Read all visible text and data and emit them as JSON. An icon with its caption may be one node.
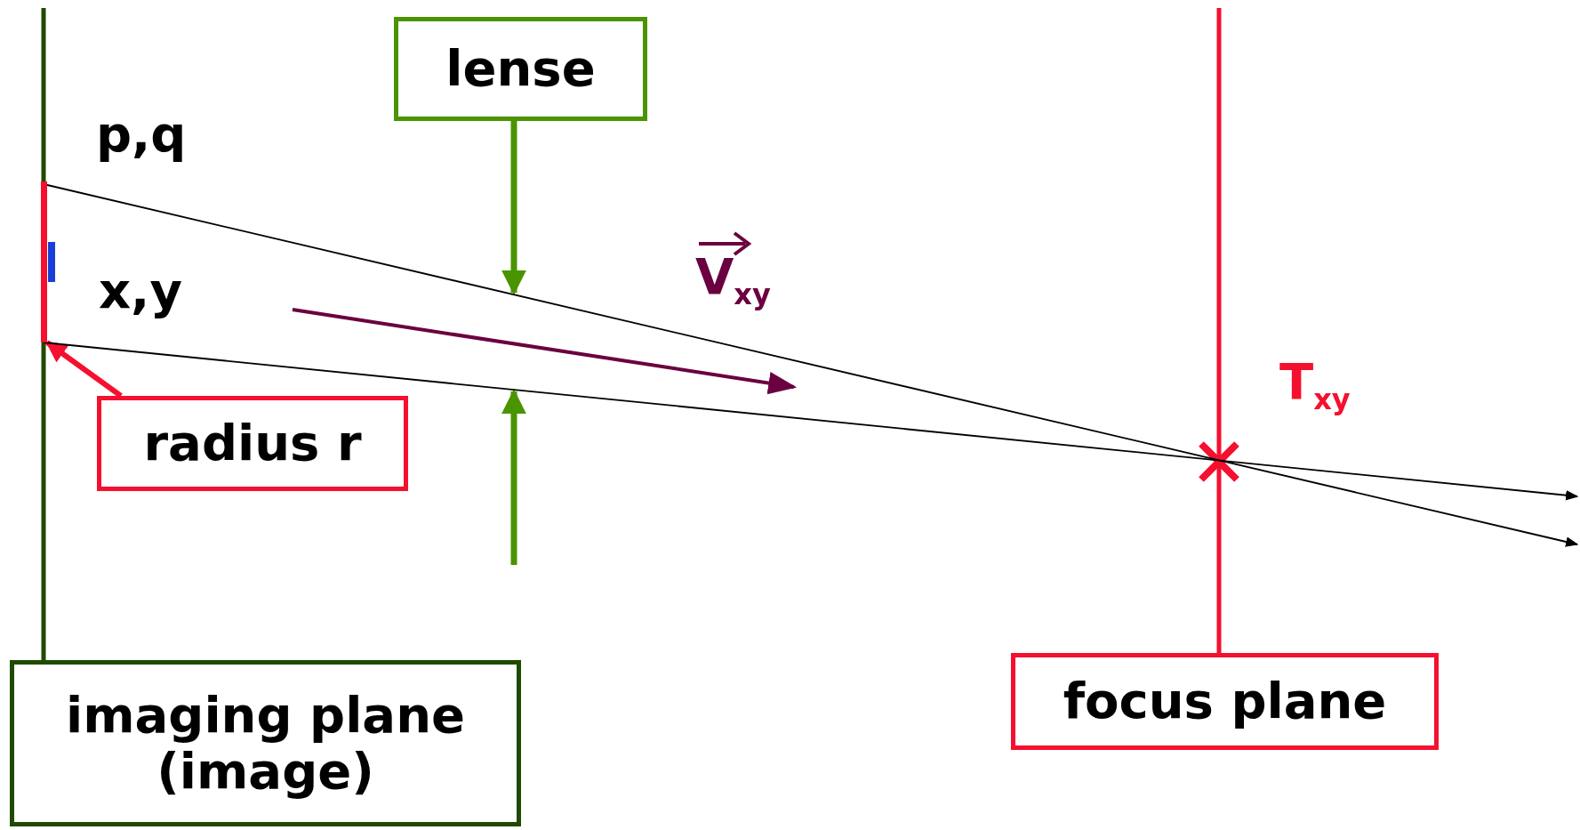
{
  "diagram": {
    "nodes": [
      {
        "text": [
          "lense"
        ]
      },
      {
        "text": [],
        "shape": "bar"
      },
      {
        "text": [
          "radius r"
        ]
      },
      {
        "text": [
          "focus plane"
        ]
      },
      {
        "text": [
          "imaging plane (image)"
        ]
      }
    ],
    "edges": [
      {
        "from": 0,
        "to": null,
        "arrow": "to",
        "style": "thick",
        "color": "#4a9400"
      },
      {
        "from": 2,
        "to": 1,
        "arrow": "to",
        "style": "thick",
        "color": "#f5102f"
      },
      {
        "from": 1,
        "to": null,
        "arrow": "to"
      },
      {
        "from": 1,
        "to": null,
        "arrow": "to"
      }
    ],
    "labels": [
      "p,q",
      "x,y",
      "V$_{xy}$",
      "T$_{xy}$"
    ]
  }
}
